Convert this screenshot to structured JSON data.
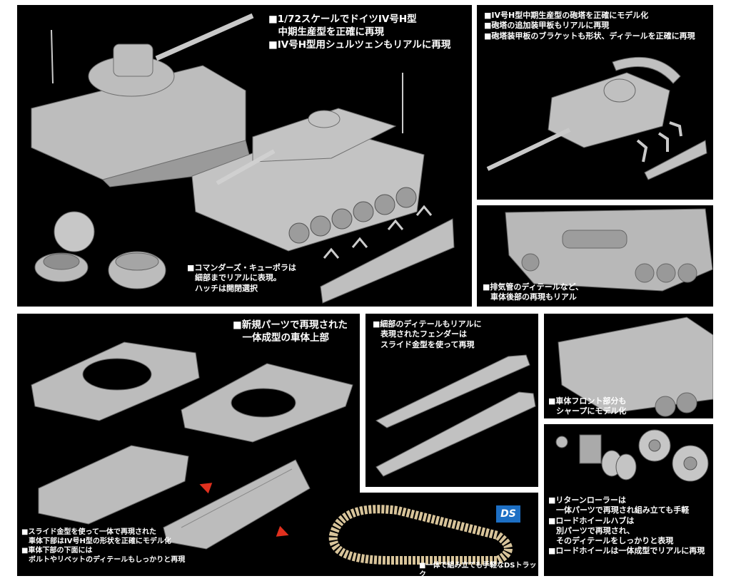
{
  "panels": {
    "main": {
      "caption": "■1/72スケールでドイツIV号H型\n　中期生産型を正確に再現\n■IV号H型用シュルツェンもリアルに再現",
      "cupola_caption": "■コマンダーズ・キューポラは\n　細部までリアルに表現。\n　ハッチは開閉選択"
    },
    "turret": {
      "caption": "■IV号H型中期生産型の砲塔を正確にモデル化\n■砲塔の追加装甲板もリアルに再現\n■砲塔装甲板のブラケットも形状、ディテールを正確に再現"
    },
    "rear": {
      "caption": "■排気管のディテールなど、\n　車体後部の再現もリアル"
    },
    "upper_hull": {
      "caption": "■新規パーツで再現された\n　一体成型の車体上部",
      "lower_caption": "■スライド金型を使って一体で再現された\n　車体下部はIV号H型の形状を正確にモデル化\n■車体下部の下面には\n　ボルトやリベットのディテールもしっかりと再現"
    },
    "fender": {
      "caption": "■細部のディテールもリアルに\n　表現されたフェンダーは\n　スライド金型を使って再現"
    },
    "front": {
      "caption": "■車体フロント部分も\n　シャープにモデル化"
    },
    "wheels": {
      "caption": "■リターンローラーは\n　一体パーツで再現され組み立ても手軽\n■ロードホイールハブは\n　別パーツで再現され、\n　そのディテールをしっかりと表現\n■ロードホイールは一体成型でリアルに再現"
    },
    "track": {
      "caption": "■一体で組み立ても手軽なDSトラック",
      "logo": "DS"
    }
  },
  "colors": {
    "panel_bg": "#000000",
    "gray_part": "#b9b9b9",
    "gray_dark": "#8a8a8a",
    "track_tan": "#d8c49a",
    "arrow_red": "#e0301e",
    "logo_blue": "#1d6fc4"
  }
}
